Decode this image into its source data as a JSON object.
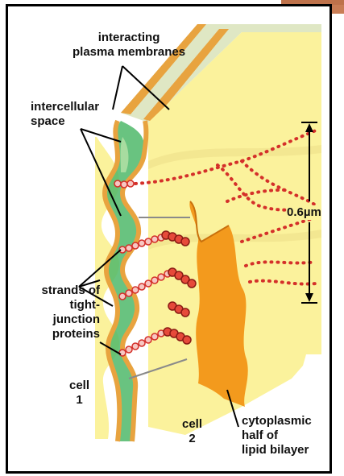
{
  "labels": {
    "membranes": "interacting\nplasma membranes",
    "intercellular": "intercellular\nspace",
    "scale": "0.6µm",
    "strands": "strands of\ntight-\njunction\nproteins",
    "cell1": "cell\n1",
    "cell2": "cell\n2",
    "cytoplasmic": "cytoplasmic\nhalf of\nlipid bilayer"
  },
  "colors": {
    "membrane": "#e8a33f",
    "cell_face": "#fbf29c",
    "cell_top": "#dfe7c4",
    "intercellular": "#4fb96a",
    "cytoplasmic_half": "#f39a1d",
    "protein_particle": "#d4302a"
  }
}
